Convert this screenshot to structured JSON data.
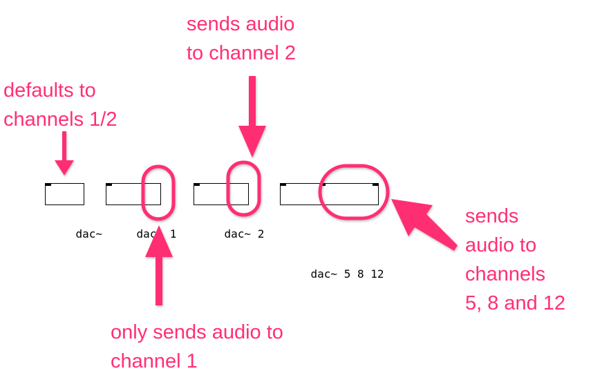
{
  "annotations": {
    "defaults": [
      "defaults to",
      "channels 1/2"
    ],
    "channel2": [
      "sends audio",
      "to channel 2"
    ],
    "channel1": [
      "only sends audio to",
      "channel 1"
    ],
    "multi": [
      "sends",
      "audio to",
      "channels",
      "5, 8 and 12"
    ]
  },
  "objects": [
    {
      "name": "dac~",
      "args": ""
    },
    {
      "name": "dac~",
      "args": "1"
    },
    {
      "name": "dac~",
      "args": "2"
    },
    {
      "name": "dac~",
      "args": "5 8 12"
    }
  ],
  "colors": {
    "annotation": "#ff2f73",
    "box_border": "#000000"
  }
}
